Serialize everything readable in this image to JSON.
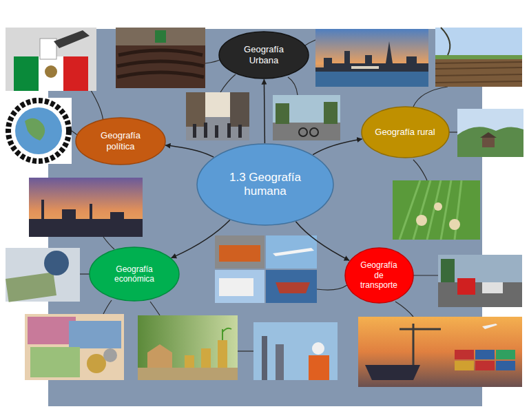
{
  "diagram": {
    "nodes": [
      {
        "text": [
          "1.3 Geografía humana"
        ]
      },
      {
        "text": [
          "Geografía Urbana"
        ]
      },
      {
        "text": [
          "Geografía rural"
        ]
      },
      {
        "text": [
          "Geografía de transporte"
        ]
      },
      {
        "text": [
          "Geografía económica"
        ]
      },
      {
        "text": [
          "Geografía política"
        ]
      }
    ],
    "edges": [
      {
        "from": 0,
        "to": 1,
        "arrow": "to"
      },
      {
        "from": 0,
        "to": 2,
        "arrow": "to"
      },
      {
        "from": 0,
        "to": 3,
        "arrow": "to"
      },
      {
        "from": 0,
        "to": 4,
        "arrow": "to"
      },
      {
        "from": 0,
        "to": 5,
        "arrow": "to"
      }
    ]
  }
}
